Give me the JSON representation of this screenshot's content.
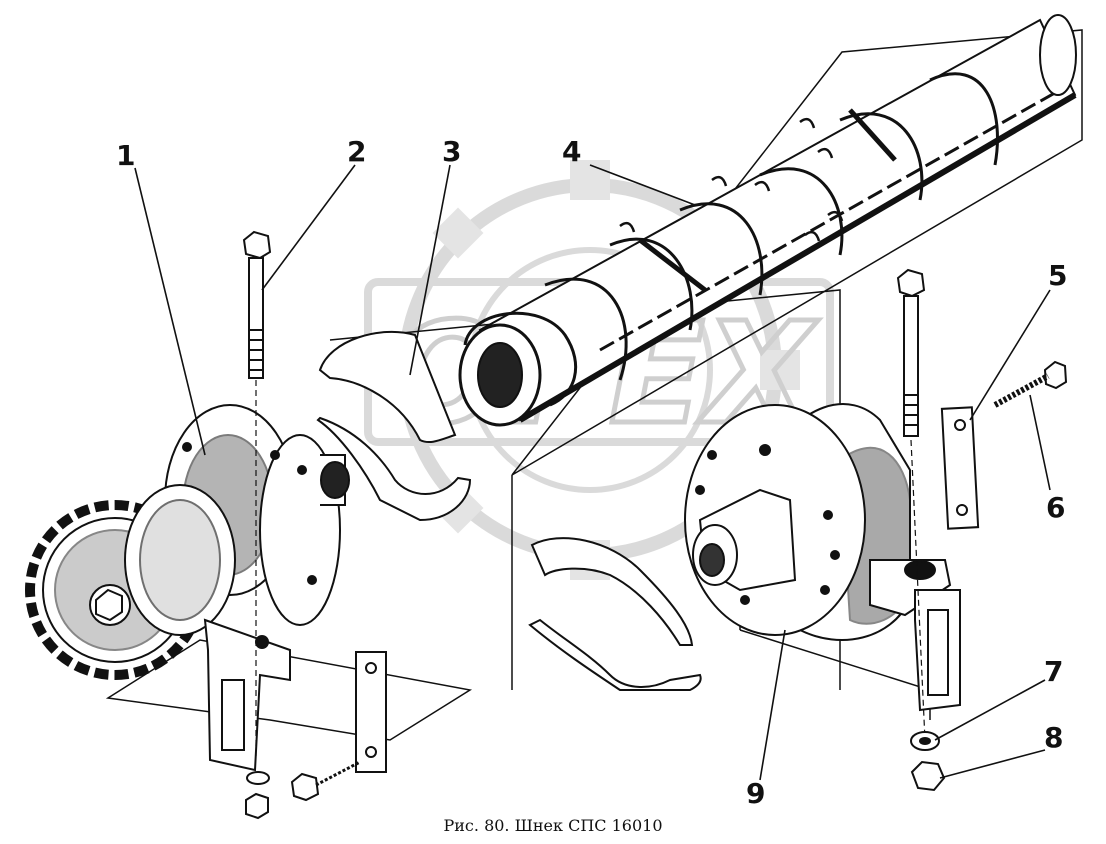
{
  "diagram": {
    "callouts": [
      {
        "id": "1",
        "label": "1"
      },
      {
        "id": "2",
        "label": "2"
      },
      {
        "id": "3",
        "label": "3"
      },
      {
        "id": "4",
        "label": "4"
      },
      {
        "id": "5",
        "label": "5"
      },
      {
        "id": "6",
        "label": "6"
      },
      {
        "id": "7",
        "label": "7"
      },
      {
        "id": "8",
        "label": "8"
      },
      {
        "id": "9",
        "label": "9"
      }
    ],
    "caption": "Рис. 80. Шнек СПС 16010"
  },
  "watermark": {
    "text": "OPEX"
  },
  "colors": {
    "ink": "#111111",
    "watermark": "#bdbdbd"
  }
}
